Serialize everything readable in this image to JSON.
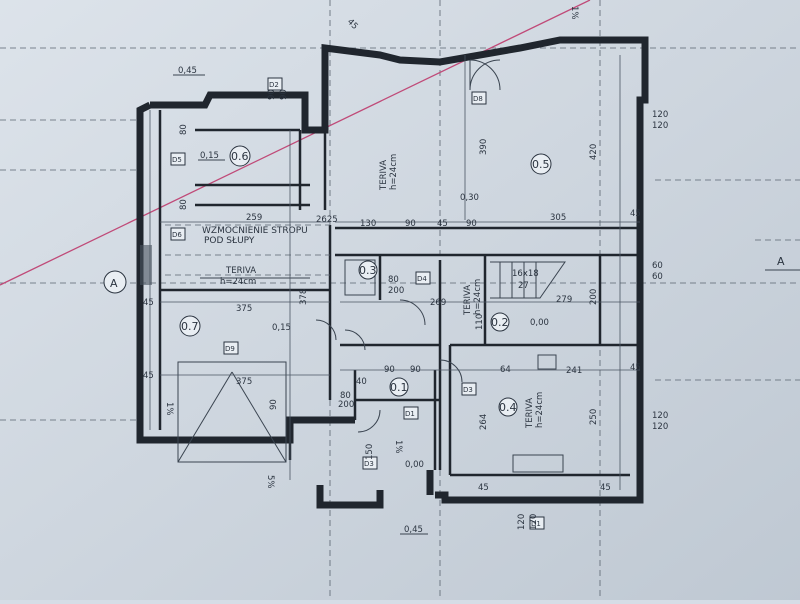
{
  "rooms": [
    {
      "id": "0.1",
      "elev": "0,00"
    },
    {
      "id": "0.2",
      "elev": "0,00"
    },
    {
      "id": "0.3",
      "elev": ""
    },
    {
      "id": "0.4",
      "elev": ""
    },
    {
      "id": "0.5",
      "elev": "0,30"
    },
    {
      "id": "0.6",
      "elev": "0,15"
    },
    {
      "id": "0.7",
      "elev": "0,15"
    }
  ],
  "elev_outside": "0,45",
  "elev_bottom": "0,45",
  "beam_note": {
    "line1": "WZMOCNIENIE STROPU",
    "line2": "POD SŁUPY"
  },
  "teriva": [
    {
      "name": "TERIVA",
      "h": "h=24cm"
    },
    {
      "name": "TERIVA",
      "h": "h=24cm"
    },
    {
      "name": "TERIVA",
      "h": "h=24cm"
    },
    {
      "name": "TERIVA",
      "h": "h=24cm"
    }
  ],
  "section": {
    "label": "A"
  },
  "stair": {
    "label": "16x18",
    "sub": "27"
  },
  "doors": [
    "D1",
    "D2",
    "D3",
    "D4",
    "D5",
    "D6",
    "D8",
    "D9"
  ],
  "windows": {
    "top": [
      "120",
      "120"
    ],
    "right": [
      "60",
      "60"
    ],
    "right2": [
      "120",
      "120"
    ]
  },
  "dims": {
    "d259": "259",
    "d375": "375",
    "d375b": "375",
    "d378": "378",
    "d130": "130",
    "d90": "90",
    "d45": "45",
    "d305": "305",
    "d269": "269",
    "d279": "279",
    "d200": "200",
    "d241": "241",
    "d264": "264",
    "d250": "250",
    "d390": "390",
    "d420": "420",
    "d2625": "2625",
    "d80": "80",
    "d64": "64",
    "d110": "110",
    "d40": "40",
    "d150": "150"
  },
  "slope": "45",
  "slope_pct": "1%",
  "slope_pct2": "5%"
}
